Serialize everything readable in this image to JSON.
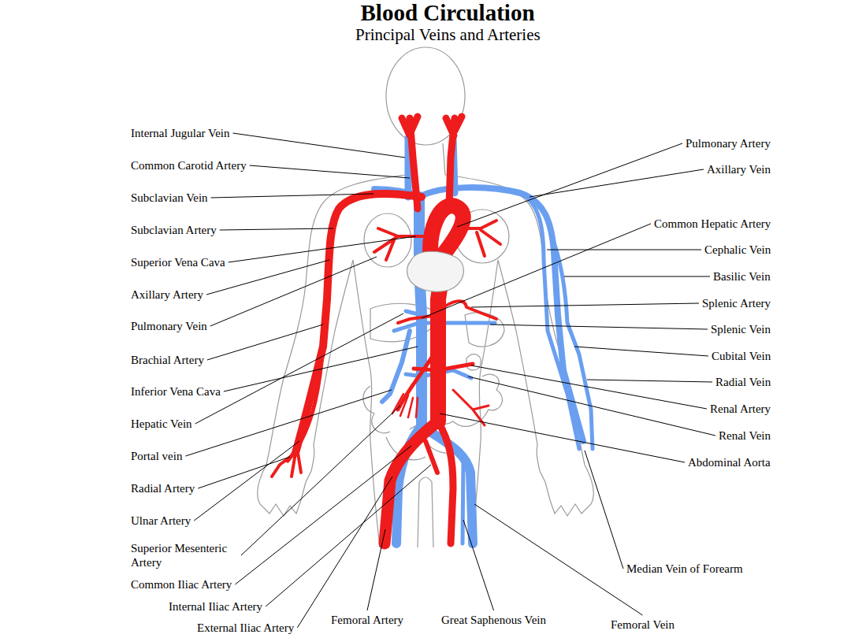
{
  "diagram": {
    "title": "Blood Circulation",
    "labels": [
      "Principal Veins and Arteries",
      "Internal Jugular Vein",
      "Common Carotid Artery",
      "Subclavian Vein",
      "Subclavian Artery",
      "Superior Vena Cava",
      "Axillary Artery",
      "Pulmonary Vein",
      "Brachial Artery",
      "Inferior Vena Cava",
      "Hepatic Vein",
      "Portal vein",
      "Radial Artery",
      "Ulnar Artery",
      "Superior Mesenteric Artery",
      "Common Iliac Artery",
      "Internal Iliac Artery",
      "External Iliac Artery",
      "Femoral Artery",
      "Great Saphenous Vein",
      "Femoral Vein",
      "Pulmonary Artery",
      "Axillary Vein",
      "Common Hepatic Artery",
      "Cephalic Vein",
      "Basilic Vein",
      "Splenic Artery",
      "Splenic Vein",
      "Cubital Vein",
      "Radial Vein",
      "Renal Artery",
      "Renal Vein",
      "Abdominal Aorta",
      "Median Vein of Forearm"
    ]
  }
}
